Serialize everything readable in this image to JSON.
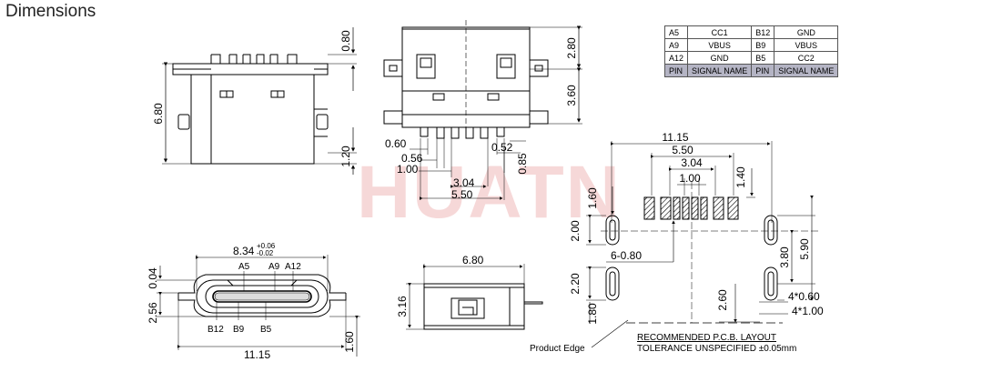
{
  "title": "Dimensions",
  "watermark": "HUATN",
  "pin_table": {
    "rows": [
      [
        "A5",
        "CC1",
        "B12",
        "GND"
      ],
      [
        "A9",
        "VBUS",
        "B9",
        "VBUS"
      ],
      [
        "A12",
        "GND",
        "B5",
        "CC2"
      ]
    ],
    "header": [
      "PIN",
      "SIGNAL NAME",
      "PIN",
      "SIGNAL NAME"
    ]
  },
  "dims": {
    "front_h": "6.80",
    "top_tab": "0.80",
    "bottom_tab": "1.20",
    "side_top": "2.80",
    "side_mid": "3.60",
    "p060": "0.60",
    "p056": "0.56",
    "p100": "1.00",
    "p304": "3.04",
    "p550": "5.50",
    "p052": "0.52",
    "p085": "0.85",
    "pcb_w": "11.15",
    "pcb_550": "5.50",
    "pcb_304": "3.04",
    "pcb_100": "1.00",
    "pcb_140": "1.40",
    "pcb_160": "1.60",
    "pcb_200": "2.00",
    "pcb_590": "5.90",
    "pcb_380": "3.80",
    "pcb_680": "6-0.80",
    "pcb_220": "2.20",
    "pcb_180": "1.80",
    "pcb_260": "2.60",
    "pcb_4060": "4*0.60",
    "pcb_4100": "4*1.00",
    "open_w": "8.34",
    "open_tol_up": "+0.06",
    "open_tol_dn": "-0.02",
    "open_004": "0.04",
    "open_256": "2.56",
    "open_1115": "11.15",
    "open_160": "1.60",
    "side_680": "6.80",
    "side_316": "3.16"
  },
  "pin_labels": {
    "a5": "A5",
    "a9": "A9",
    "a12": "A12",
    "b12": "B12",
    "b9": "B9",
    "b5": "B5"
  },
  "notes": {
    "product_edge": "Product Edge",
    "recommended": "RECOMMENDED  P.C.B. LAYOUT",
    "tolerance": "TOLERANCE UNSPECIFIED ±0.05mm"
  }
}
